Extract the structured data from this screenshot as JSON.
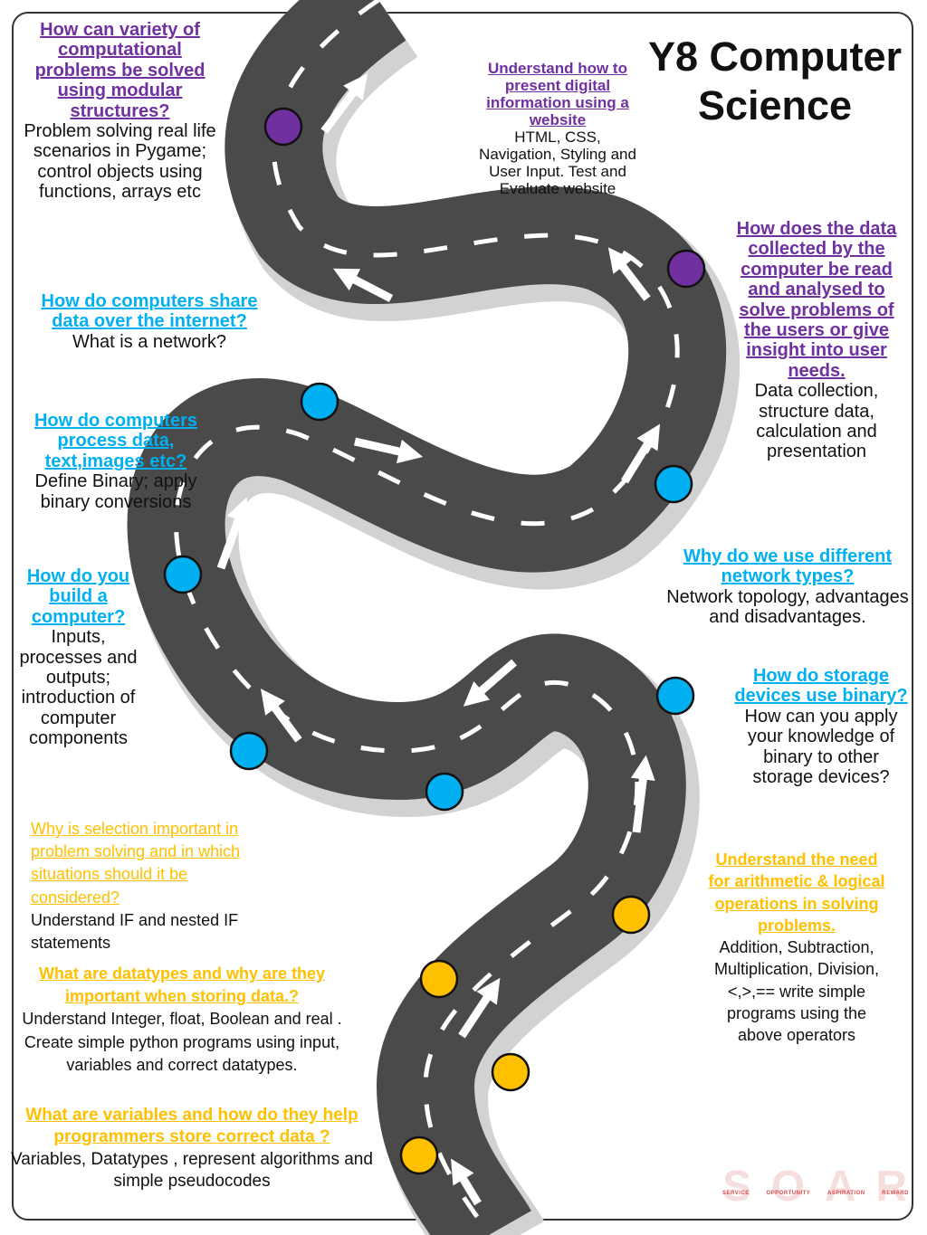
{
  "title": {
    "line1": "Y8 Computer",
    "line2": "Science"
  },
  "colors": {
    "purple": "#7030a0",
    "blue": "#00b0f0",
    "gold": "#ffc000",
    "road": "#4a4a4a"
  },
  "topics": [
    {
      "id": "modular",
      "question": "How can variety of computational problems be solved using modular structures?",
      "detail": "Problem solving real life scenarios in Pygame; control objects using functions, arrays etc",
      "color": "purple"
    },
    {
      "id": "website",
      "question": "Understand how to present digital information using a website ",
      "detail": "HTML, CSS, Navigation, Styling and User Input. Test and Evaluate website",
      "color": "purple"
    },
    {
      "id": "data-analysis",
      "question": "How does the data collected by the computer be read and analysed to solve problems  of the users or give insight into user needs.",
      "detail": "Data collection, structure data, calculation and presentation",
      "color": "purple"
    },
    {
      "id": "internet",
      "question": "How do computers share data over the internet?",
      "detail": "What is a network?",
      "color": "blue"
    },
    {
      "id": "binary",
      "question": "How do computers process data, text,images etc?",
      "detail": "Define Binary; apply binary conversions",
      "color": "blue"
    },
    {
      "id": "network-types",
      "question": "Why do we use different network types?",
      "detail": "Network topology, advantages and disadvantages.",
      "color": "blue"
    },
    {
      "id": "build-computer",
      "question": "How do you build a computer?",
      "detail": "Inputs, processes and outputs; introduction of computer components",
      "color": "blue"
    },
    {
      "id": "storage",
      "question": "How do storage devices use binary?",
      "detail": "How can you apply your knowledge of binary to other storage devices?",
      "color": "blue"
    },
    {
      "id": "selection",
      "question": "Why is selection important in problem solving and in which  situations should it be considered? ",
      "detail": "Understand IF and nested IF statements",
      "color": "gold"
    },
    {
      "id": "arithmetic",
      "question": "Understand the need for arithmetic & logical  operations in solving problems.",
      "detail": "Addition, Subtraction, Multiplication, Division, <,>,== write simple programs using the above operators",
      "color": "gold"
    },
    {
      "id": "datatypes",
      "question": "What are datatypes and why are they important when storing data.? ",
      "detail": "Understand Integer, float, Boolean and real . Create simple python programs using input, variables and correct datatypes.",
      "color": "gold"
    },
    {
      "id": "variables",
      "question": "What are variables and how do they help programmers store correct data ?",
      "detail": "Variables, Datatypes , represent algorithms and simple pseudocodes",
      "color": "gold"
    }
  ],
  "milestones": [
    "purple",
    "purple",
    "blue",
    "blue",
    "blue",
    "blue",
    "blue",
    "blue",
    "gold",
    "gold",
    "gold",
    "gold"
  ],
  "logo": {
    "letters": [
      "S",
      "O",
      "A",
      "R"
    ],
    "words": [
      "SERVICE",
      "OPPORTUNITY",
      "ASPIRATION",
      "REWARD"
    ]
  }
}
